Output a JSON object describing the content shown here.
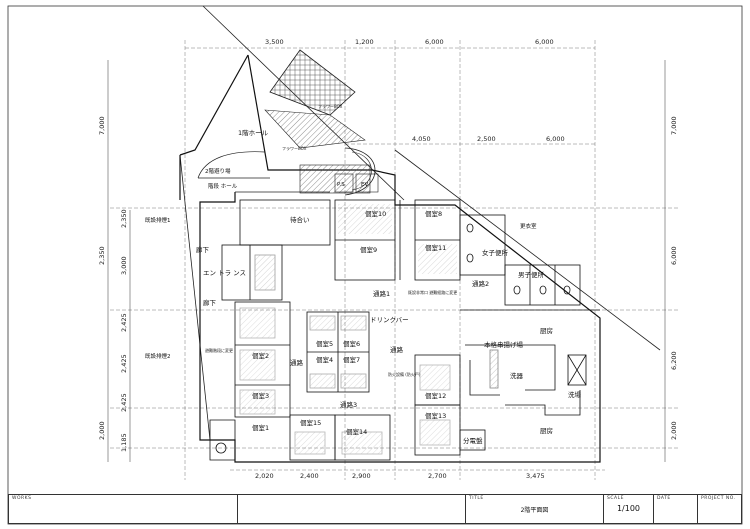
{
  "dimensions": {
    "top_outer": [
      "3,500",
      "1,200",
      "6,000",
      "6,000"
    ],
    "top_inner": [
      "4,050",
      "2,500",
      "6,000"
    ],
    "bottom": [
      "2,020",
      "2,400",
      "2,900",
      "2,700",
      "3,475"
    ],
    "left": [
      "7,000",
      "2,350",
      "3,000",
      "2,425",
      "2,425",
      "2,425",
      "2,000"
    ],
    "left_small": [
      "1,185"
    ],
    "right": [
      "7,000",
      "6,000",
      "6,200",
      "2,000"
    ]
  },
  "rooms": {
    "hall_1f": "1階ホール",
    "escape_vent": "2階避り場",
    "hall_upper": "階段 ホール",
    "corridor_top": "廊下",
    "entrance": "エン トラ ンス",
    "waiting": "待合い",
    "corridor_left": "廊下",
    "drink_bar": "ドリンクバー",
    "passage_1": "通路1",
    "passage_2": "通路2",
    "passage_3": "通路3",
    "passage_4": "通路",
    "passage_5": "通路",
    "kitchen": "厨房",
    "dish": "洗器",
    "dish2": "洗場",
    "bar": "本格串揚げ場",
    "back": "厨房",
    "staff": "更衣室",
    "toilet_w": "女子便所",
    "toilet_m": "男子便所",
    "elec": "分電盤",
    "private": [
      "個室10",
      "個室11",
      "個室9",
      "個室8",
      "個室5",
      "個室6",
      "個室4",
      "個室7",
      "個室2",
      "個室3",
      "個室1",
      "個室15",
      "個室14",
      "個室13",
      "個室12"
    ],
    "exit_stair_1": "既設排煙1",
    "exit_stair_2": "既設排煙2"
  },
  "notes": {
    "fl_box_1": "フラワーBOX",
    "fl_box_2": "フラワーBOX",
    "vent_note": "既設非常口 避難経路に変更",
    "exit_note": "避難階段に変更",
    "fire_note": "防火設備 (防火戸)",
    "ps": "P.S",
    "ev": "EV"
  },
  "title_block": {
    "works_caption": "WORKS",
    "title_caption": "TITLE",
    "title_value": "2階平面図",
    "scale_caption": "SCALE",
    "scale_value": "1/100",
    "date_caption": "DATE",
    "project_caption": "PROJECT NO."
  }
}
